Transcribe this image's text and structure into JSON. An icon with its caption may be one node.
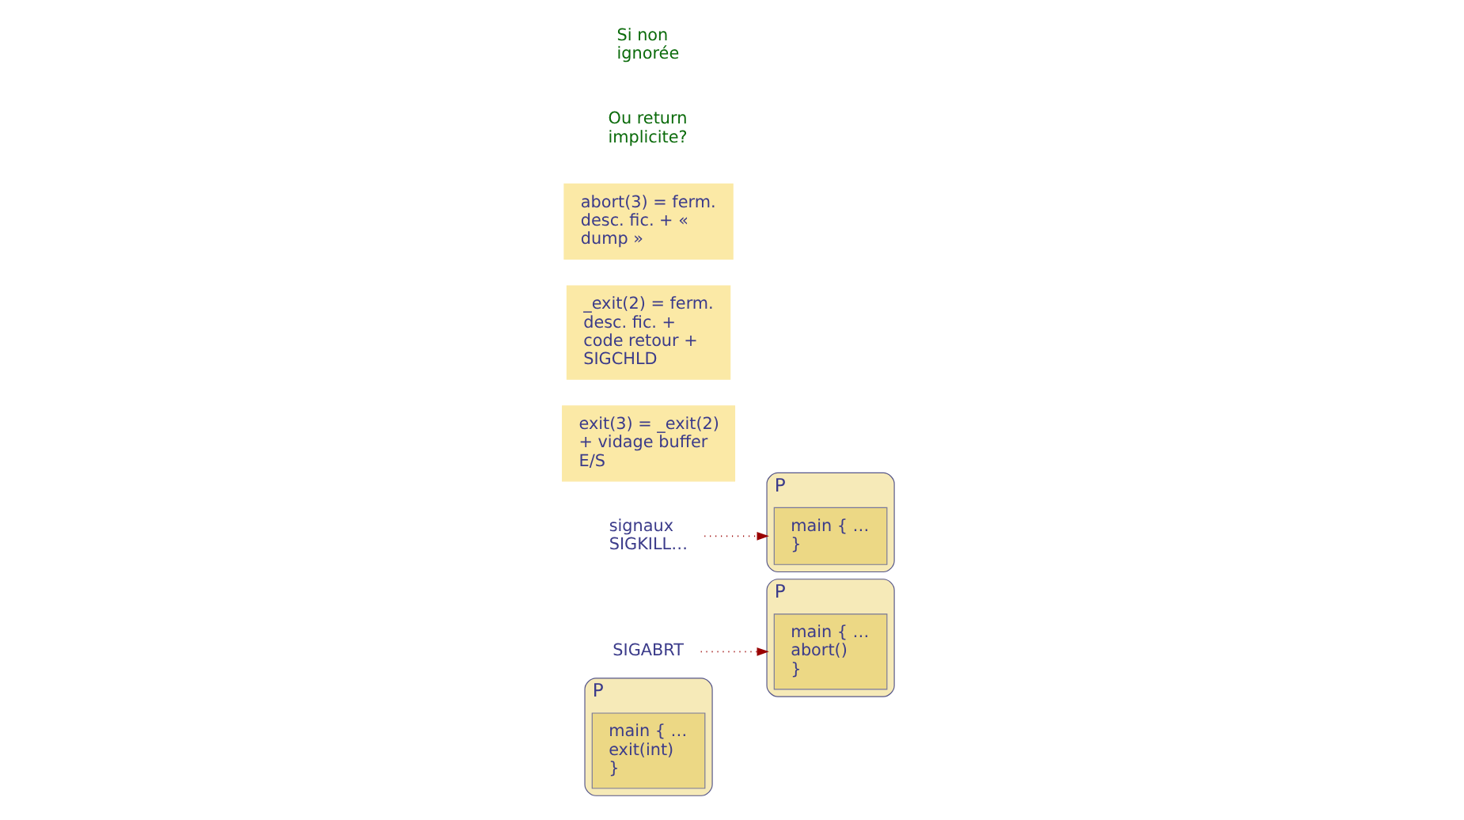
{
  "diagram": {
    "nodes": [
      {
        "text": [
          "P"
        ]
      },
      {
        "text": [
          "main { … exit(int) }"
        ],
        "in": 0
      },
      {
        "text": [
          "P"
        ]
      },
      {
        "text": [
          "main { … abort() }"
        ],
        "in": 2
      },
      {
        "text": [
          "P"
        ]
      },
      {
        "text": [
          "main { … }"
        ],
        "in": 4
      },
      {
        "text": [
          "SIGABRT"
        ]
      },
      {
        "text": [
          "signaux SIGKILL…"
        ]
      },
      {
        "text": [
          "exit(3) = _exit(2) + vidage buffer E/S"
        ]
      },
      {
        "text": [
          "_exit(2) = ferm. desc. fic. + code retour + SIGCHLD"
        ]
      },
      {
        "text": [
          "abort(3) = ferm. desc. fic. + « dump »"
        ]
      }
    ],
    "edges": [
      {
        "from": 6,
        "to": 2,
        "arrow": "to",
        "style": "dashed",
        "color": "#990000"
      },
      {
        "from": 7,
        "to": 4,
        "arrow": "to",
        "style": "dashed",
        "color": "#990000"
      }
    ],
    "labels": [
      "Ou return implicite?",
      "Si non ignorée"
    ]
  }
}
